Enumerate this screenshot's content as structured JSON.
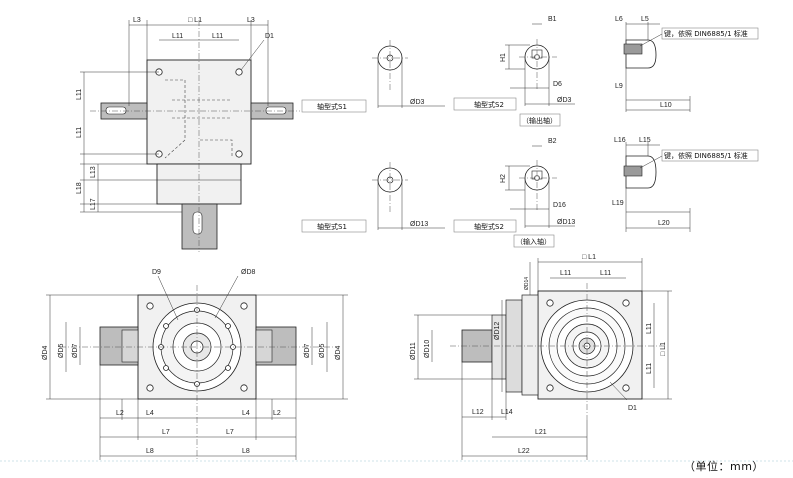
{
  "unit_note": "（单位：mm）",
  "front_view": {
    "L1": "□ L1",
    "L3a": "L3",
    "L3b": "L3",
    "L11a": "L11",
    "L11b": "L11",
    "D1": "D1",
    "vL11a": "L11",
    "vL11b": "L11",
    "L13": "L13",
    "L18": "L18",
    "L17": "L17"
  },
  "output_shaft": {
    "caption": "（输出轴）",
    "type_label": "轴型式S1",
    "d3": "ØD3",
    "type_label2": "轴型式S2",
    "d3b": "ØD3",
    "b1": "B1",
    "h1": "H1",
    "d6": "D6",
    "l6": "L6",
    "l5": "L5",
    "l9": "L9",
    "l10": "L10",
    "key_note": "键，依照 DIN6885/1 标准"
  },
  "input_shaft": {
    "caption": "（输入轴）",
    "type_label": "轴型式S1",
    "d13": "ØD13",
    "type_label2": "轴型式S2",
    "d13b": "ØD13",
    "b2": "B2",
    "h2": "H2",
    "d16": "D16",
    "l16": "L16",
    "l15": "L15",
    "l19": "L19",
    "l20": "L20",
    "key_note": "键，依照 DIN6885/1 标准"
  },
  "side_view": {
    "d9": "D9",
    "d8": "ØD8",
    "d4l": "ØD4",
    "d5l": "ØD5",
    "d7l": "ØD7",
    "d7r": "ØD7",
    "d5r": "ØD5",
    "d4r": "ØD4",
    "l2a": "L2",
    "l4a": "L4",
    "l4b": "L4",
    "l2b": "L2",
    "l7a": "L7",
    "l7b": "L7",
    "l8a": "L8",
    "l8b": "L8"
  },
  "bottom_view": {
    "l1": "□ L1",
    "l11a": "L11",
    "l11b": "L11",
    "d14": "ØD14",
    "d11": "ØD11",
    "d10": "ØD10",
    "d12": "ØD12",
    "vl11a": "L11",
    "vl11b": "L11",
    "vl1": "□ L1",
    "l12": "L12",
    "l14": "L14",
    "l21": "L21",
    "l22": "L22",
    "d1": "D1"
  }
}
